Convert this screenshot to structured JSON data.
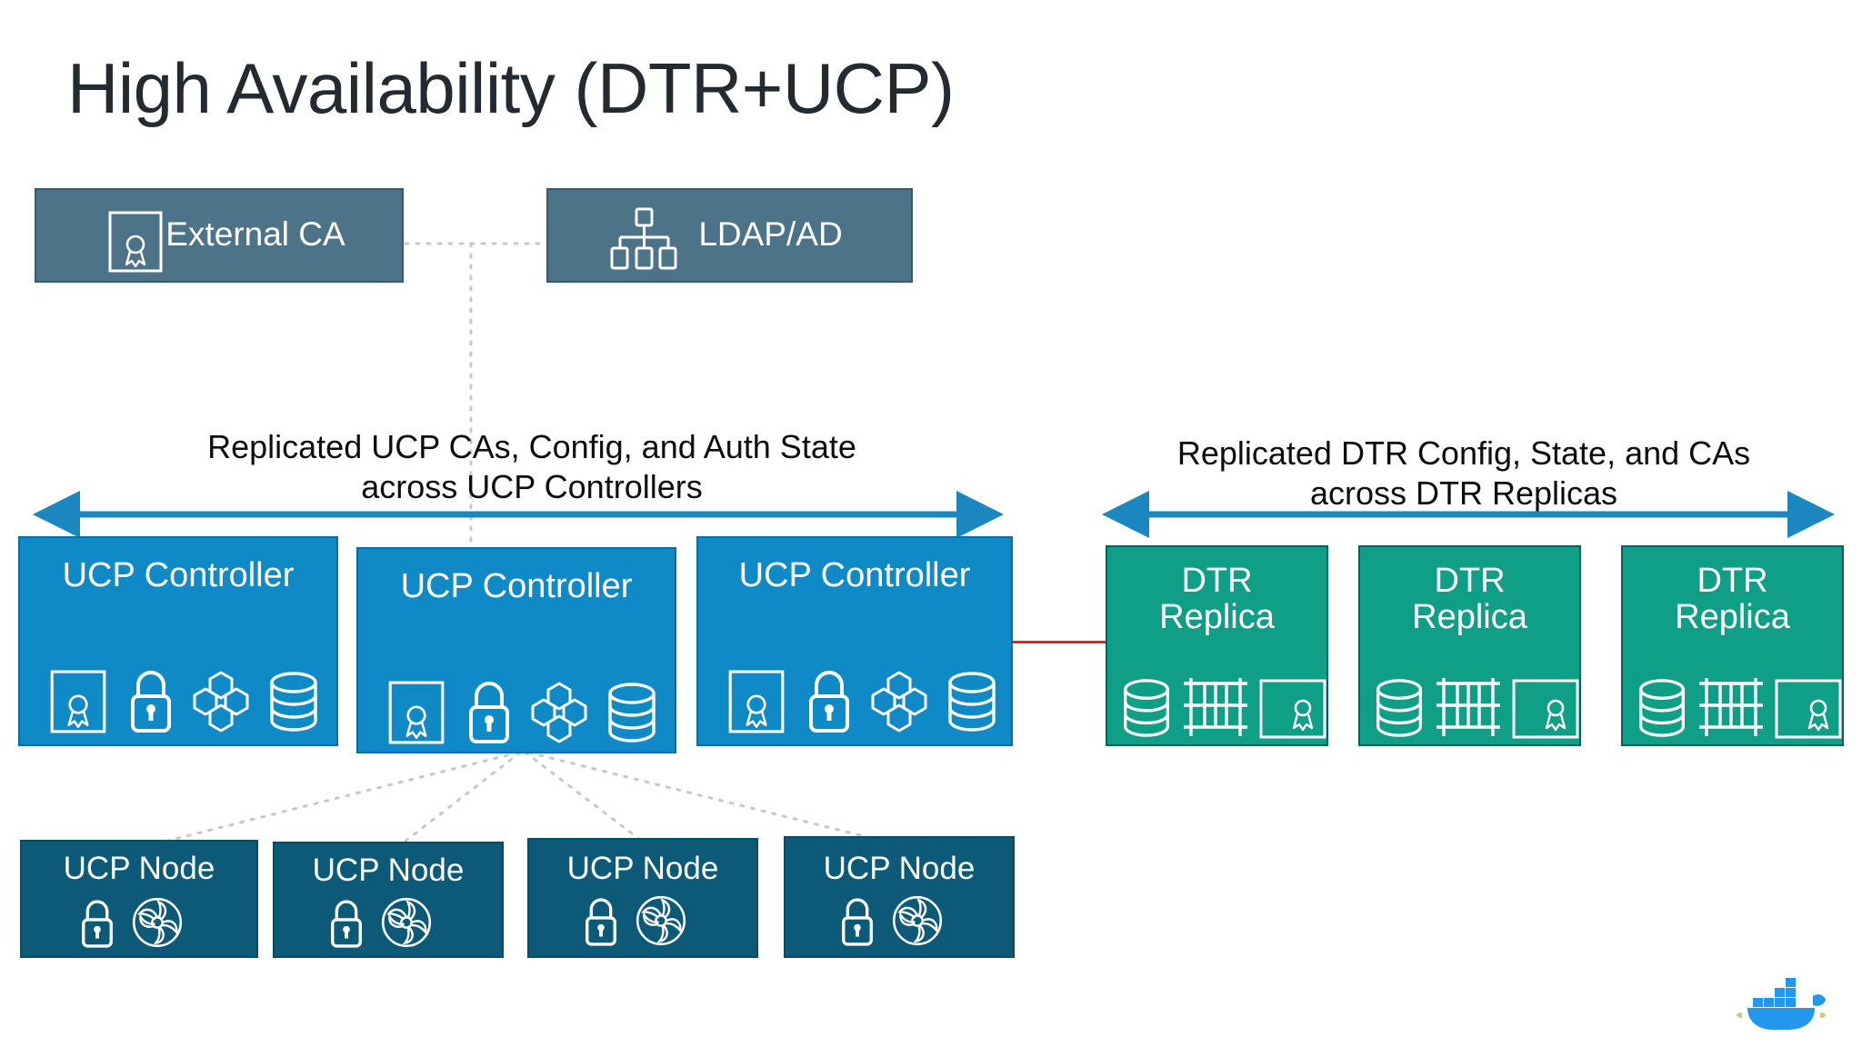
{
  "title": "High Availability (DTR+UCP)",
  "colors": {
    "title_text": "#242b30",
    "external_box": "#4c7387",
    "ucp_controller": "#0f8ac6",
    "dtr_replica": "#0f9e86",
    "ucp_node": "#0d5a78",
    "arrow": "#1b87be",
    "dtr_link_line": "#e8202a",
    "dotted_line": "#c9c6c6",
    "docker_logo": "#2396ed"
  },
  "external_systems": [
    {
      "label": "External CA",
      "icons": [
        "certificate-icon"
      ]
    },
    {
      "label": "LDAP/AD",
      "icons": [
        "org-chart-icon"
      ]
    }
  ],
  "arrows": [
    {
      "id": "ucp-replication-arrow",
      "caption": "Replicated UCP CAs, Config, and Auth State\nacross UCP Controllers",
      "direction": "both"
    },
    {
      "id": "dtr-replication-arrow",
      "caption": "Replicated DTR Config, State, and CAs\nacross DTR Replicas",
      "direction": "both"
    }
  ],
  "controllers": [
    {
      "label": "UCP Controller",
      "icons": [
        "certificate-icon",
        "lock-icon",
        "swarm-icon",
        "database-icon"
      ]
    },
    {
      "label": "UCP Controller",
      "icons": [
        "certificate-icon",
        "lock-icon",
        "swarm-icon",
        "database-icon"
      ]
    },
    {
      "label": "UCP Controller",
      "icons": [
        "certificate-icon",
        "lock-icon",
        "swarm-icon",
        "database-icon"
      ]
    }
  ],
  "replicas": [
    {
      "label": "DTR\nReplica",
      "icons": [
        "database-icon",
        "storage-rack-icon",
        "certificate-icon"
      ]
    },
    {
      "label": "DTR\nReplica",
      "icons": [
        "database-icon",
        "storage-rack-icon",
        "certificate-icon"
      ]
    },
    {
      "label": "DTR\nReplica",
      "icons": [
        "database-icon",
        "storage-rack-icon",
        "certificate-icon"
      ]
    }
  ],
  "nodes": [
    {
      "label": "UCP Node",
      "icons": [
        "lock-icon",
        "engine-icon"
      ]
    },
    {
      "label": "UCP Node",
      "icons": [
        "lock-icon",
        "engine-icon"
      ]
    },
    {
      "label": "UCP Node",
      "icons": [
        "lock-icon",
        "engine-icon"
      ]
    },
    {
      "label": "UCP Node",
      "icons": [
        "lock-icon",
        "engine-icon"
      ]
    }
  ],
  "branding": {
    "logo": "docker-whale-logo"
  }
}
